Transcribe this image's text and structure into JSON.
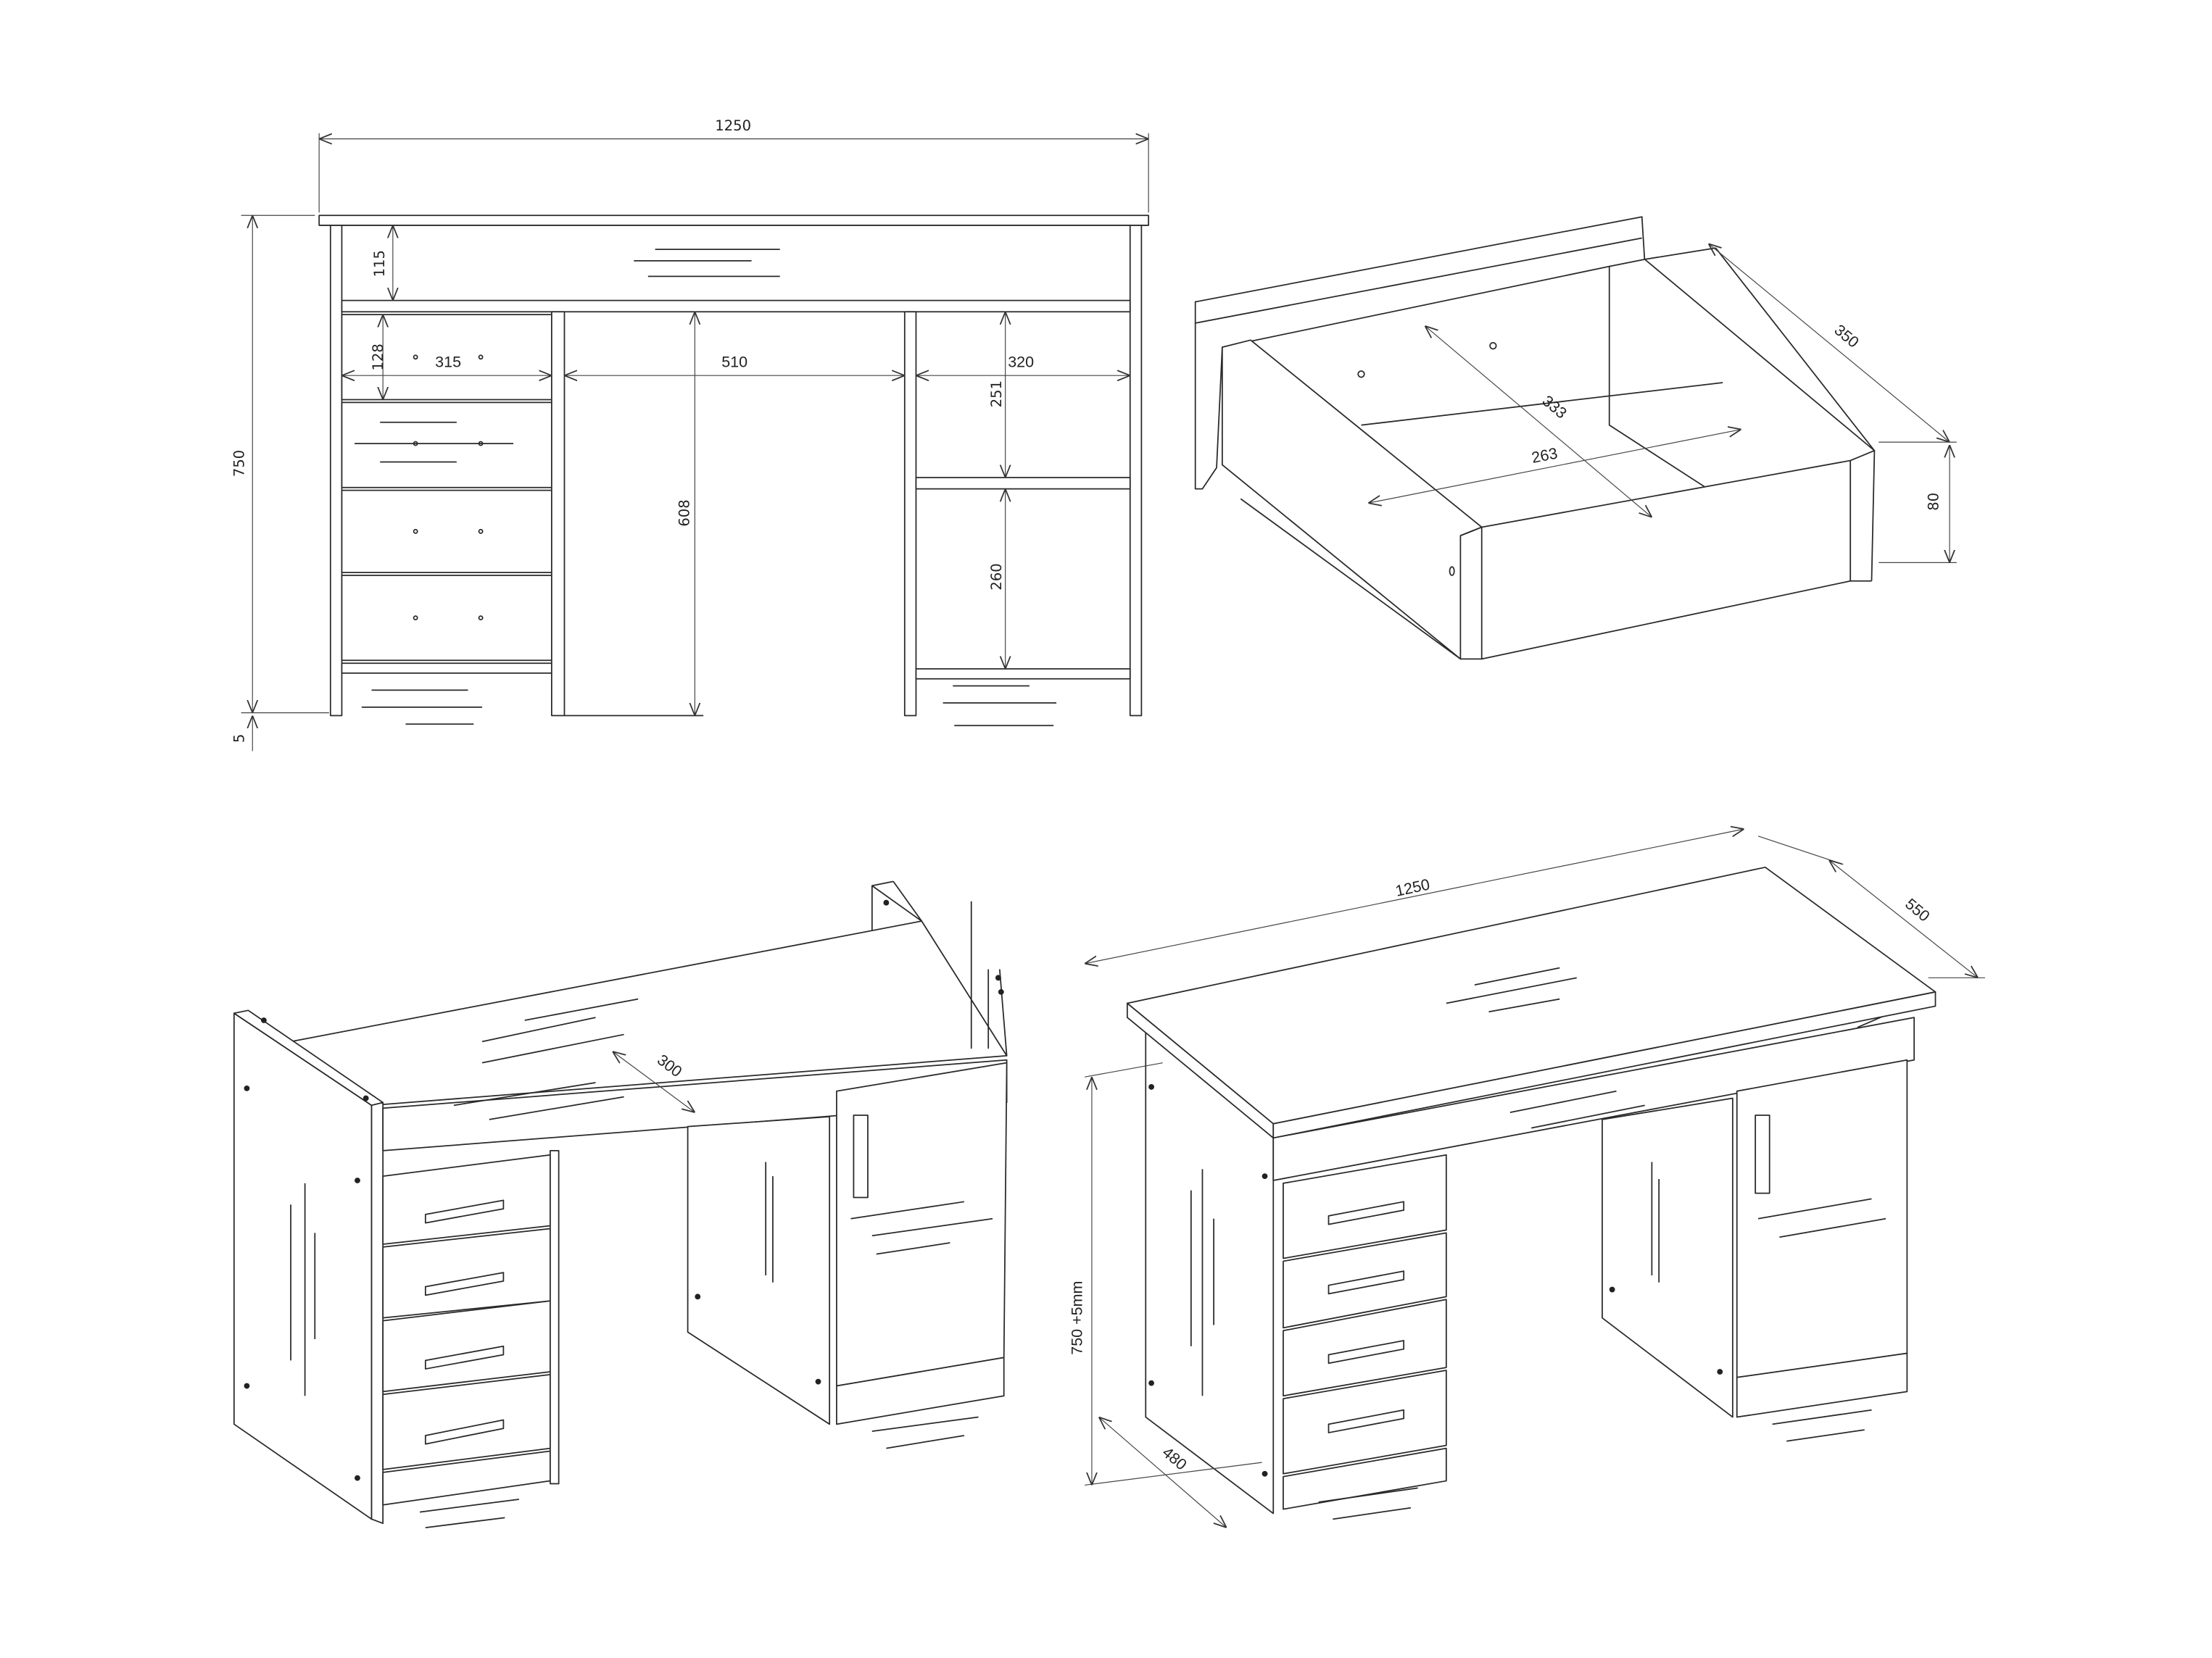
{
  "front_view": {
    "overall_width": "1250",
    "top_box_height": "115",
    "drawer_height": "128",
    "drawer_width": "315",
    "knee_space_width": "510",
    "cabinet_width": "320",
    "upper_compartment_height": "251",
    "knee_space_height": "608",
    "lower_compartment_height": "260",
    "overall_height": "750",
    "leveler_height": "5"
  },
  "drawer_detail": {
    "depth": "350",
    "inner_depth": "333",
    "inner_width": "263",
    "height": "80"
  },
  "iso_back_view": {
    "shelf_depth": "300"
  },
  "iso_front_view": {
    "width": "1250",
    "depth": "550",
    "height": "750 +5mm",
    "pedestal_depth": "480"
  },
  "colors": {
    "line": "#2a2a2a",
    "background": "#ffffff"
  }
}
